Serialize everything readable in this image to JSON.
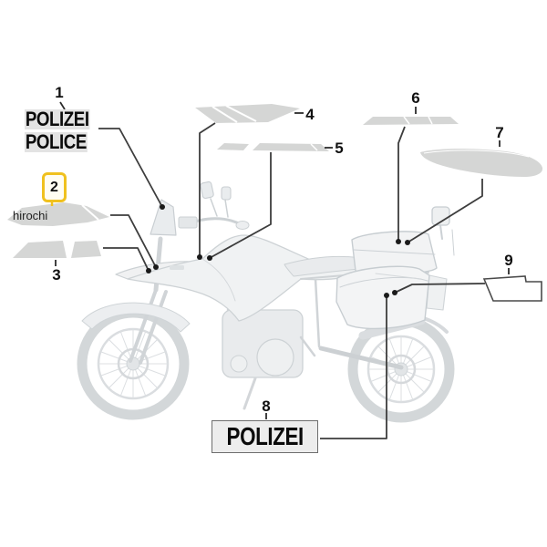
{
  "diagram": {
    "title_context": "police decal parts diagram",
    "watermark": "hirochi",
    "top_label": {
      "line1": "POLIZEI",
      "line2": "POLICE"
    },
    "bottom_label": {
      "text": "POLIZEI"
    },
    "callouts": {
      "n1": "1",
      "n2": "2",
      "n3": "3",
      "n4": "4",
      "n5": "5",
      "n6": "6",
      "n7": "7",
      "n8": "8",
      "n9": "9"
    },
    "highlighted_callout": "2",
    "colors": {
      "background": "#FFFFFF",
      "highlight_yellow": "#F0C11E",
      "decal_gray": "#D5D6D5",
      "leader_line": "#3D3D3D",
      "leader_dot": "#1A1A1A",
      "callout_text": "#111111",
      "top_label_background": "#E3E3E3",
      "bottom_box_border": "#6E6E6E",
      "bottom_box_background": "#EDEDED",
      "bike_line": "#C9CED2",
      "bike_fill": "#F0F2F3"
    }
  }
}
